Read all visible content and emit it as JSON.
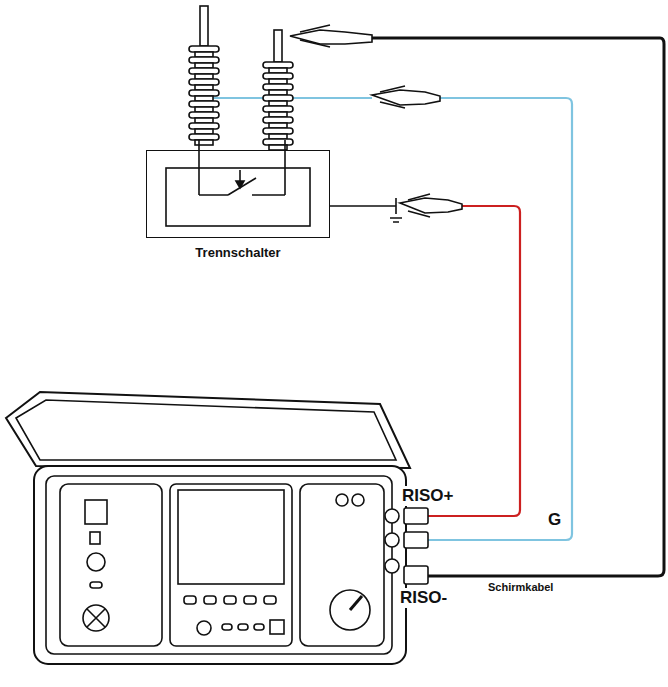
{
  "diagram": {
    "nodes": [
      {
        "text": [
          "Trennschalter"
        ]
      }
    ],
    "labels": [
      "RISO+",
      "G",
      "RISO-",
      "Schirmkabel"
    ]
  }
}
